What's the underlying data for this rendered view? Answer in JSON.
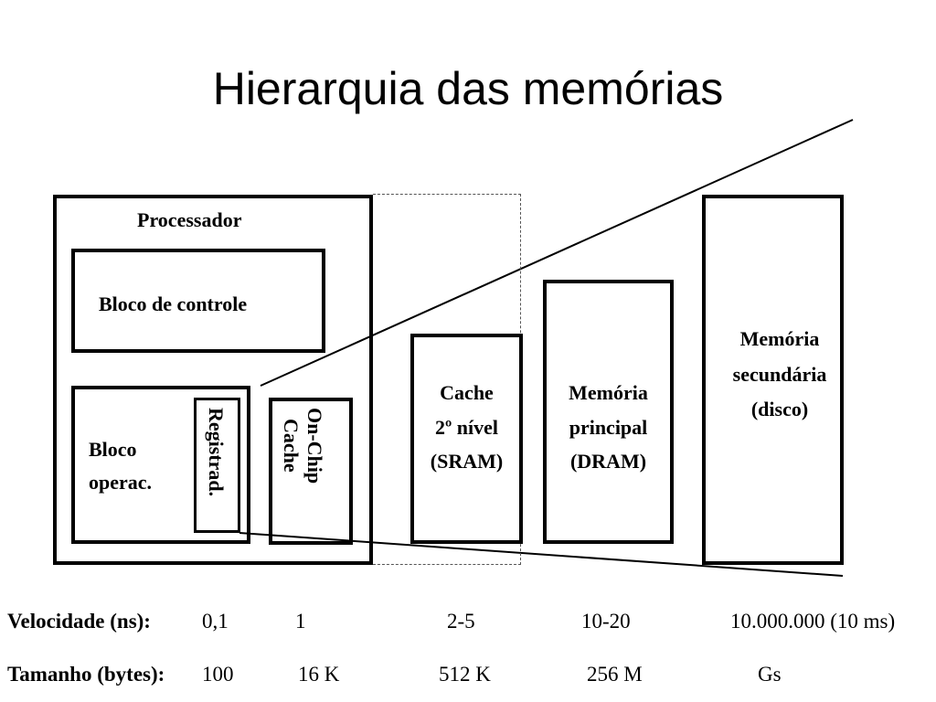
{
  "title": "Hierarquia das memórias",
  "processor": {
    "label": "Processador",
    "control_block": "Bloco de controle",
    "operative_block": [
      "Bloco",
      "operac."
    ],
    "registers": "Registrad."
  },
  "onchip_cache": [
    "On-Chip",
    "Cache"
  ],
  "cache_l2": [
    "Cache",
    "2º nível",
    "(SRAM)"
  ],
  "main_memory": [
    "Memória",
    "principal",
    "(DRAM)"
  ],
  "secondary_memory": [
    "Memória",
    "secundária",
    "(disco)"
  ],
  "speed": {
    "label": "Velocidade (ns):",
    "values": [
      "0,1",
      "1",
      "2-5",
      "10-20",
      "10.000.000 (10 ms)"
    ]
  },
  "size": {
    "label": "Tamanho (bytes):",
    "values": [
      "100",
      "16 K",
      "512 K",
      "256 M",
      "Gs"
    ]
  }
}
